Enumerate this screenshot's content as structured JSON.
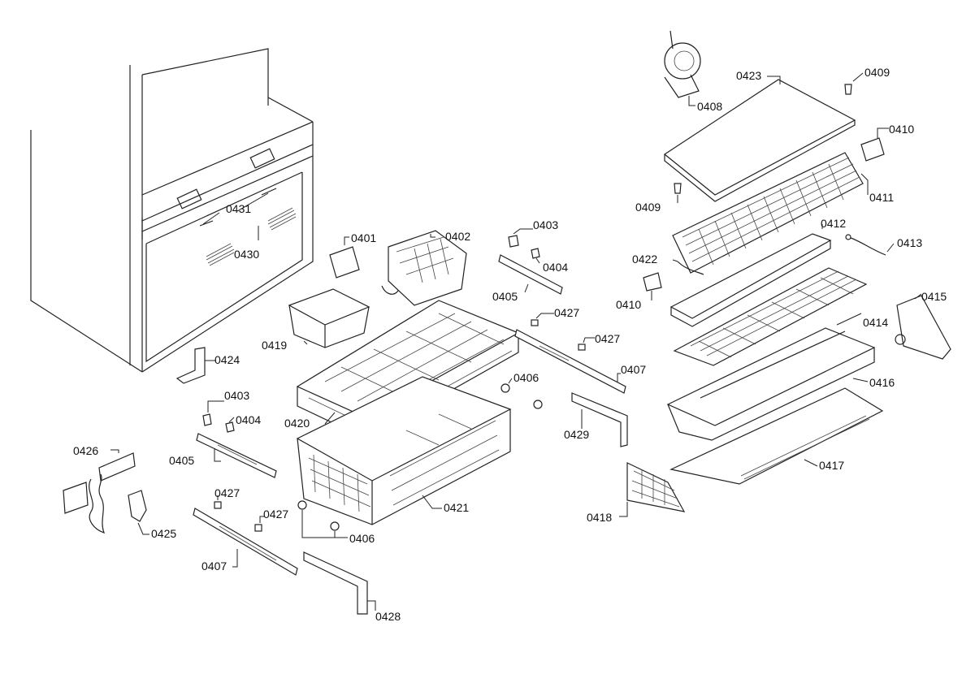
{
  "callouts": {
    "c0401": "0401",
    "c0402": "0402",
    "c0403a": "0403",
    "c0403b": "0403",
    "c0404a": "0404",
    "c0404b": "0404",
    "c0405a": "0405",
    "c0405b": "0405",
    "c0406a": "0406",
    "c0406b": "0406",
    "c0407a": "0407",
    "c0407b": "0407",
    "c0408": "0408",
    "c0409a": "0409",
    "c0409b": "0409",
    "c0410a": "0410",
    "c0410b": "0410",
    "c0411": "0411",
    "c0412": "0412",
    "c0413": "0413",
    "c0414": "0414",
    "c0415": "0415",
    "c0416": "0416",
    "c0417": "0417",
    "c0418": "0418",
    "c0419": "0419",
    "c0420": "0420",
    "c0421": "0421",
    "c0422": "0422",
    "c0423": "0423",
    "c0424": "0424",
    "c0425": "0425",
    "c0426": "0426",
    "c0427a": "0427",
    "c0427b": "0427",
    "c0427c": "0427",
    "c0427d": "0427",
    "c0428": "0428",
    "c0429": "0429",
    "c0430": "0430",
    "c0431": "0431"
  }
}
